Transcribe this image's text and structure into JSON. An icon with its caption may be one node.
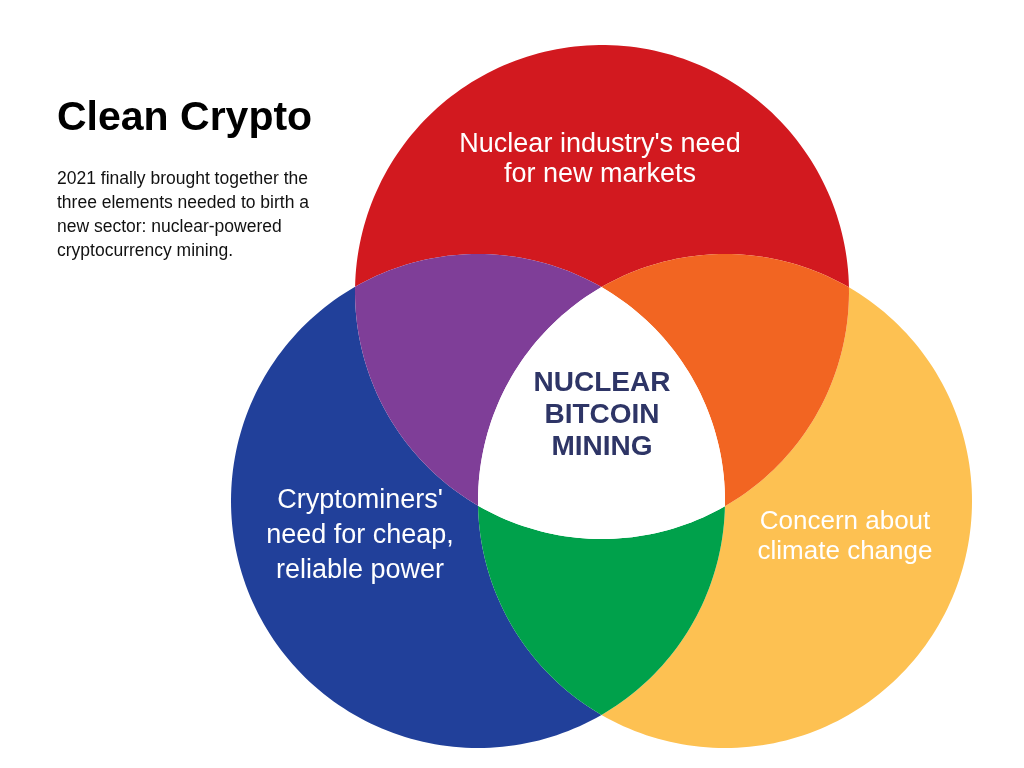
{
  "diagram": {
    "title": "Clean Crypto",
    "nodes": [
      {
        "text": [
          "Nuclear industry's need for new markets"
        ]
      },
      {
        "text": [
          "Cryptominers' need for cheap, reliable power"
        ]
      },
      {
        "text": [
          "Concern about climate change"
        ]
      },
      {
        "text": [
          "NUCLEAR BITCOIN MINING"
        ]
      },
      {
        "text": [],
        "shape": "lens"
      },
      {
        "text": [],
        "shape": "lens"
      },
      {
        "text": [],
        "shape": "lens"
      }
    ],
    "labels": [
      "2021 finally brought together the three elements needed to birth a new sector: nuclear-powered cryptocurrency mining."
    ]
  }
}
